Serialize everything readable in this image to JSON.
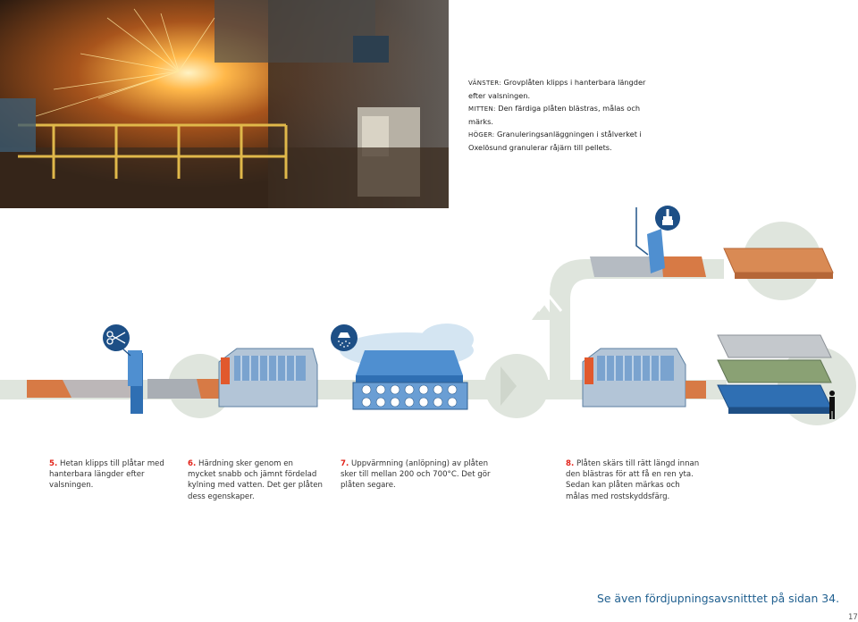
{
  "photo": {
    "alt": "Grovplåten klipps i hanterbara längder efter valsningen."
  },
  "caption": {
    "left_label": "VÄNSTER:",
    "left_text": " Grovplåten klipps i hanterbara längder efter valsningen.",
    "mid_label": "MITTEN:",
    "mid_text": " Den färdiga plåten blästras, målas och märks.",
    "right_label": "HÖGER:",
    "right_text": " Granuleringsanläggningen i stålverket i Oxelösund granulerar råjärn till pellets."
  },
  "steps": [
    {
      "num": "5.",
      "text": " Hetan klipps till plåtar med hanterbara längder efter valsningen."
    },
    {
      "num": "6.",
      "text": " Härdning sker genom en mycket snabb och jämnt fördelad kylning med vatten. Det ger plåten dess egenskaper."
    },
    {
      "num": "7.",
      "text": " Uppvärmning (anlöpning) av plåten sker till mellan 200 och 700°C. Det gör plåten segare."
    },
    {
      "num": "8.",
      "text": " Plåten skärs till rätt längd innan den blästras för att få en ren yta. Sedan kan plåten märkas och målas med rostskyddsfärg."
    }
  ],
  "reference": "Se även fördjupningsavsnitttet på sidan 34.",
  "page_number": "17",
  "icons": [
    "scissors-icon",
    "shower-icon",
    "paint-brush-icon",
    "person-icon"
  ],
  "colors": {
    "accent_red": "#e2231a",
    "reference_blue": "#1f5f8f",
    "flow_gray": "#dde3dc",
    "steel_blue": "#2f6fb3",
    "hot_orange": "#d77a45"
  }
}
